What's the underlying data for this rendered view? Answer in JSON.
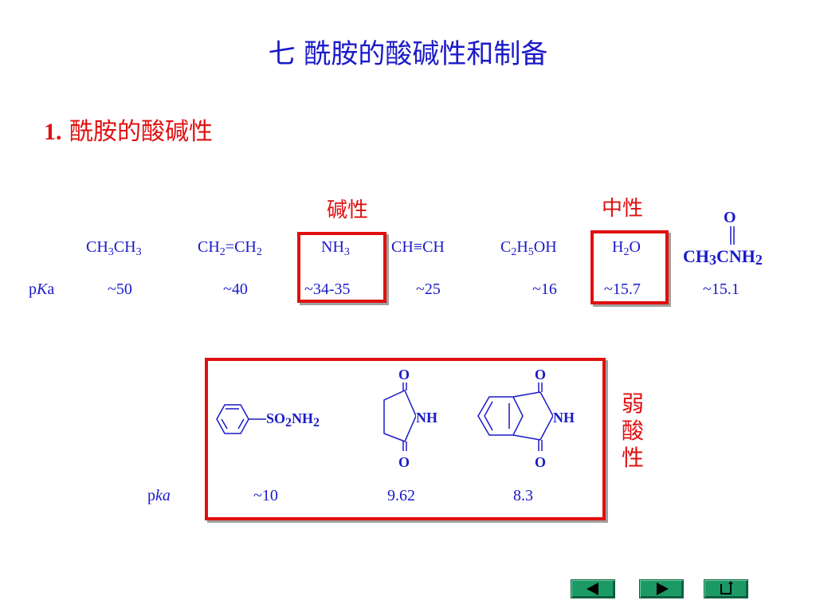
{
  "slide": {
    "title": "七  酰胺的酸碱性和制备",
    "section_number": "1.",
    "section_title": "酰胺的酸碱性"
  },
  "labels": {
    "basic": "碱性",
    "neutral": "中性",
    "weak_acid": [
      "弱",
      "酸",
      "性"
    ]
  },
  "row1": {
    "pka_label_p": "p",
    "pka_label_k": "K",
    "pka_label_a": "a",
    "compounds": [
      {
        "pka": "~50"
      },
      {
        "pka": "~40"
      },
      {
        "pka": "~34-35"
      },
      {
        "pka": "~25"
      },
      {
        "pka": "~16"
      },
      {
        "pka": "~15.7"
      },
      {
        "pka": "~15.1"
      }
    ],
    "acetamide": {
      "o": "O",
      "formula": "CH3CNH2"
    }
  },
  "row2": {
    "pka_label_p": "p",
    "pka_label_ka": "ka",
    "values": [
      "~10",
      "9.62",
      "8.3"
    ],
    "benzenesulfonamide_group": "SO2NH2",
    "succinimide": {
      "o_top": "O",
      "nh": "NH",
      "o_bottom": "O"
    },
    "phthalimide": {
      "o_top": "O",
      "nh": "NH",
      "o_bottom": "O"
    }
  },
  "nav": {
    "prev_icon": "left-triangle-icon",
    "next_icon": "right-triangle-icon",
    "return_icon": "return-arrow-icon"
  },
  "colors": {
    "text_blue": "#1a1ac8",
    "accent_red": "#e01010",
    "nav_green": "#1c9a66"
  }
}
